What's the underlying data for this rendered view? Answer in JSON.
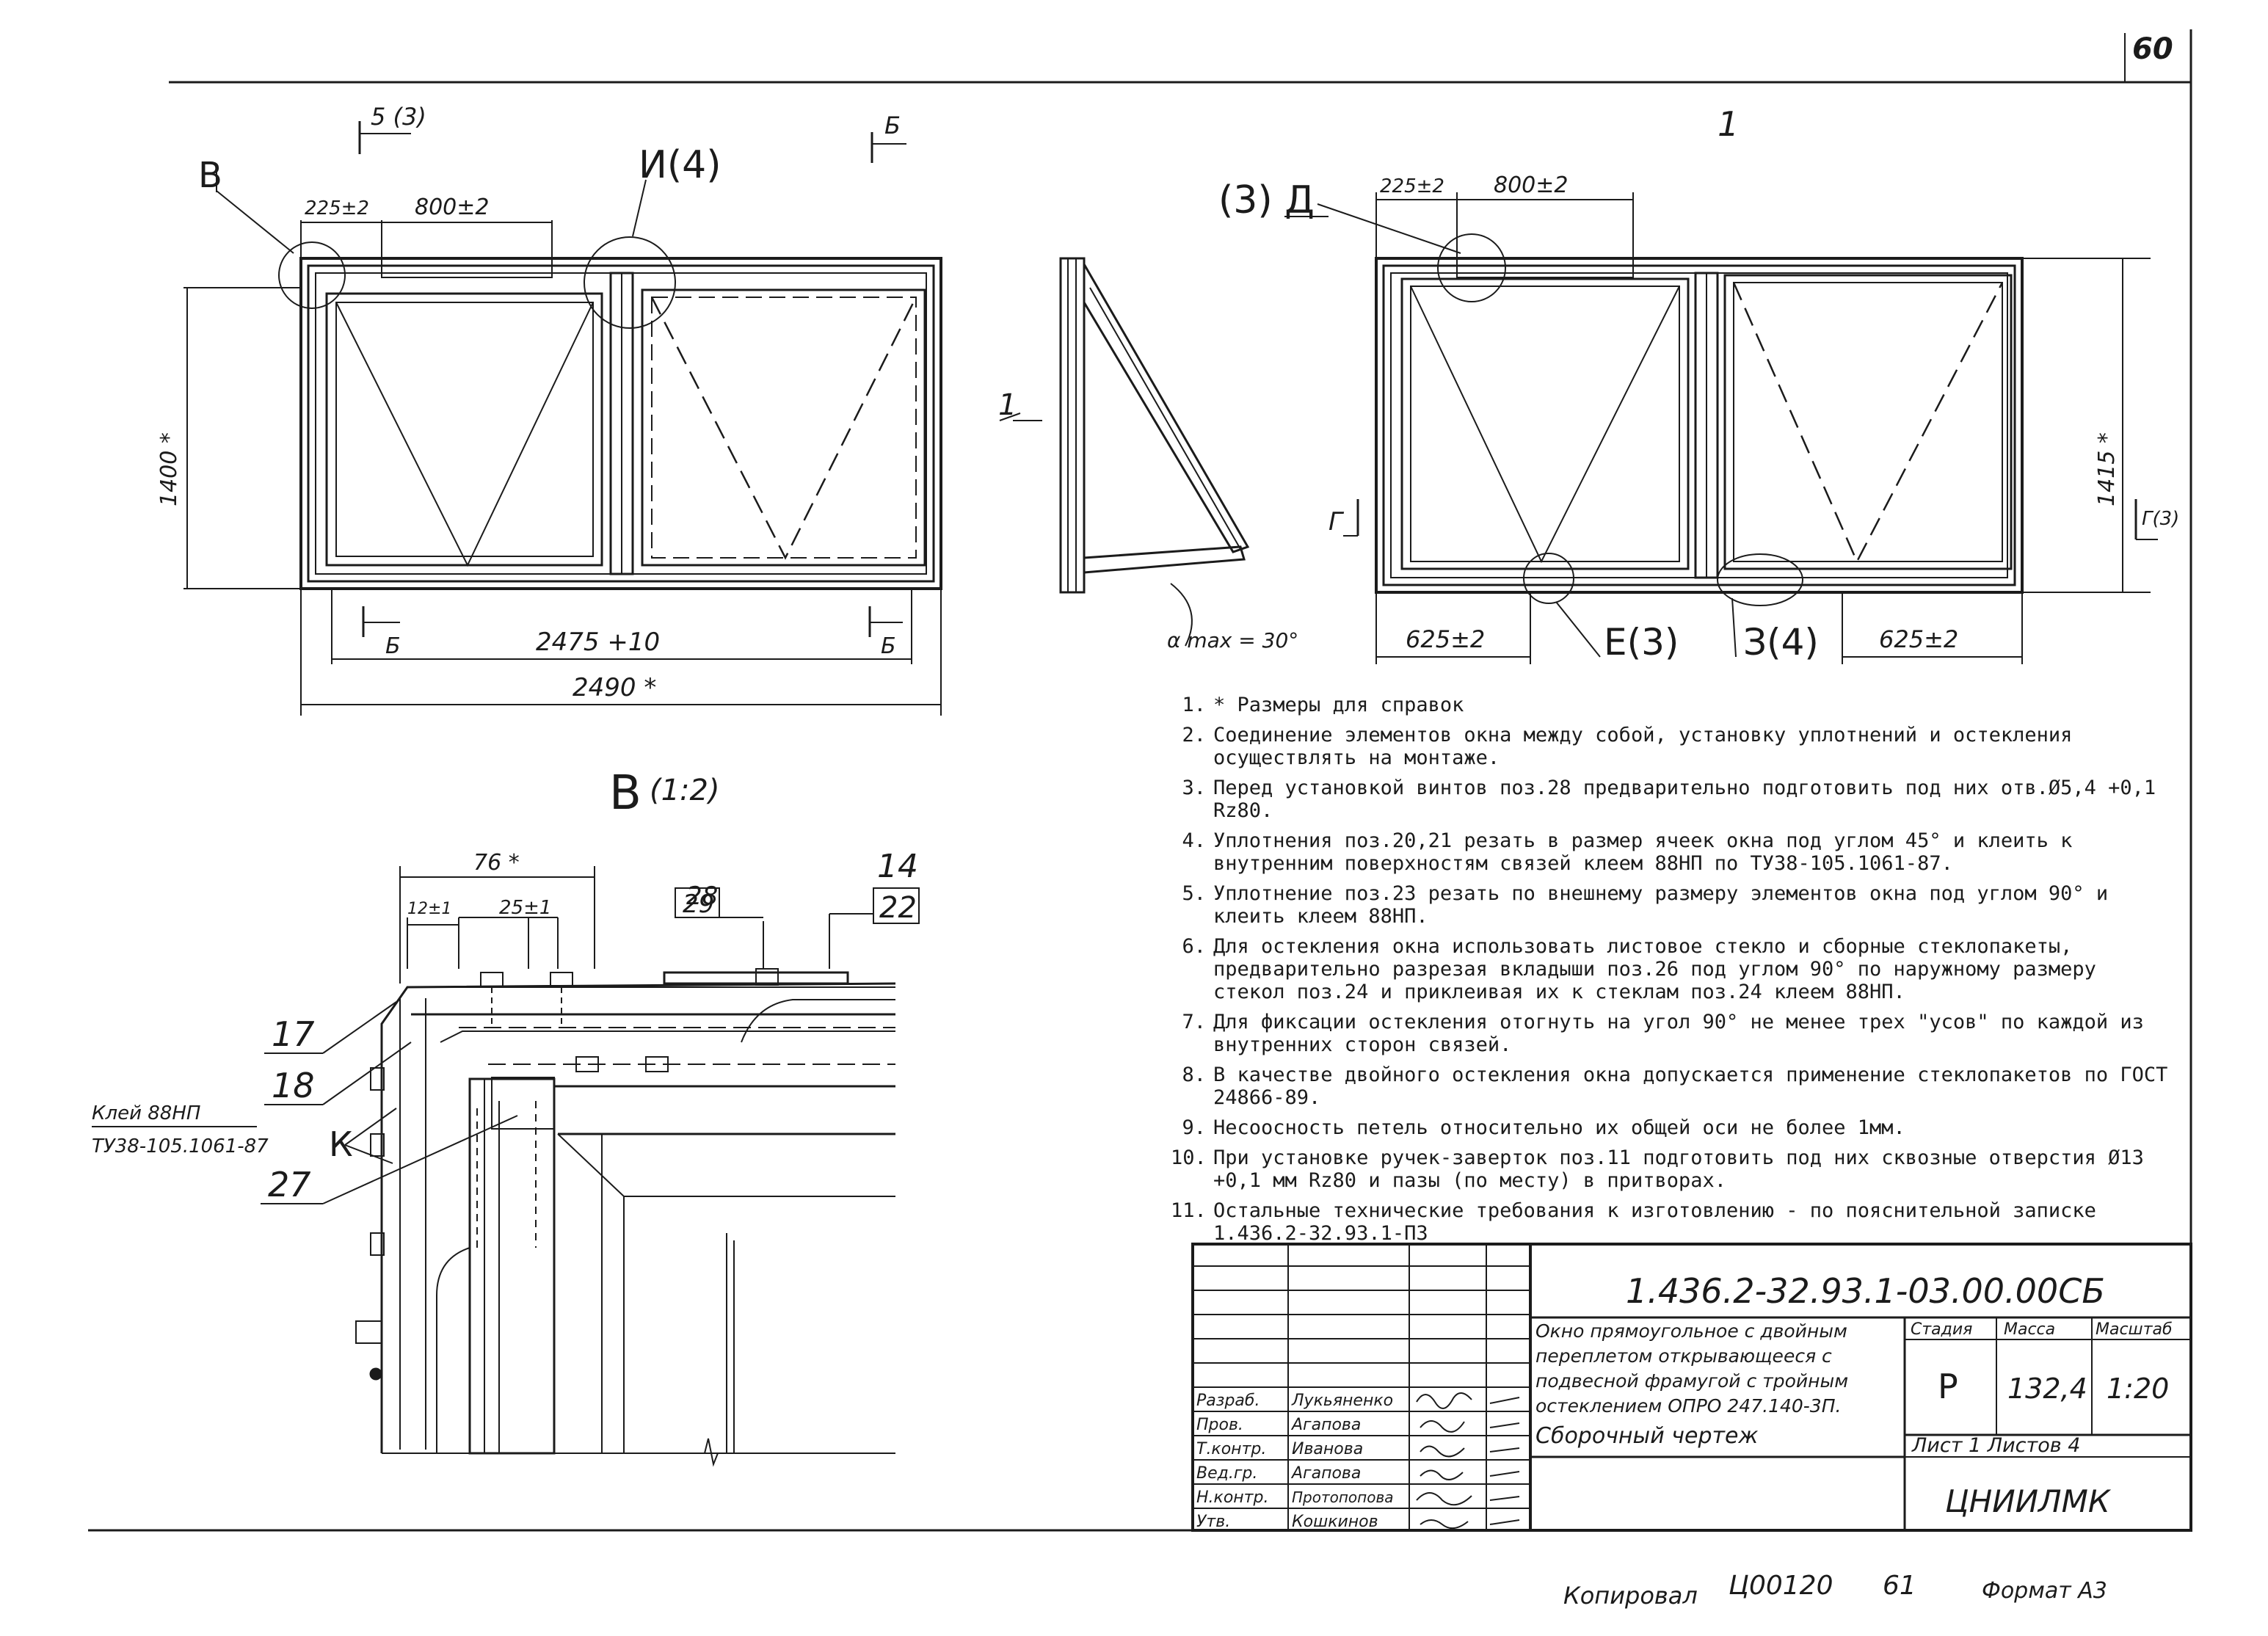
{
  "sheet_number": "60",
  "view_main": {
    "section_arrow_left": "5 (3)",
    "section_arrow_right": "Б",
    "detail_v_letter": "В",
    "detail_i_label": "И(4)",
    "dim_225": "225±2",
    "dim_800": "800±2",
    "dim_height": "1400 *",
    "dim_2475": "2475 +10",
    "dim_2490": "2490 *",
    "cut_b_left": "Б",
    "cut_b_right": "Б"
  },
  "side_view": {
    "view_label": "1",
    "angle_label": "α max = 30°"
  },
  "view_right": {
    "title": "1",
    "detail_d_label": "(3) Д",
    "dim_225": "225±2",
    "dim_800": "800±2",
    "dim_height": "1415 *",
    "dim_625_left": "625±2",
    "dim_625_right": "625±2",
    "detail_e_label": "Е(3)",
    "detail_z_label": "З(4)",
    "cut_g_left": "Г",
    "cut_g_right": "Г(3)"
  },
  "detail_view": {
    "title": "В",
    "scale": "(1:2)",
    "dim_76": "76 *",
    "dim_12": "12±1",
    "dim_25": "25±1",
    "pos_28": "28",
    "pos_29": "29",
    "pos_14": "14",
    "pos_22": "22",
    "pos_17": "17",
    "pos_18": "18",
    "pos_27": "27",
    "letter_k": "К",
    "glue_line1": "Клей 88НП",
    "glue_line2": "ТУ38-105.1061-87"
  },
  "notes": [
    {
      "num": "1.",
      "text": "* Размеры для справок"
    },
    {
      "num": "2.",
      "text": "Соединение элементов окна между собой, установку уплотнений и остекления осуществлять на монтаже."
    },
    {
      "num": "3.",
      "text": "Перед установкой винтов поз.28 предварительно подготовить под них отв.Ø5,4 +0,1 Rz80."
    },
    {
      "num": "4.",
      "text": "Уплотнения поз.20,21 резать в размер ячеек окна под углом 45° и клеить к внутренним поверхностям связей клеем 88НП по ТУ38-105.1061-87."
    },
    {
      "num": "5.",
      "text": "Уплотнение поз.23 резать по внешнему размеру элементов окна под углом 90° и клеить клеем 88НП."
    },
    {
      "num": "6.",
      "text": "Для остекления окна использовать листовое стекло и сборные стеклопакеты, предварительно разрезая вкладыши поз.26 под углом 90° по наружному размеру стекол поз.24 и приклеивая их к стеклам поз.24 клеем 88НП."
    },
    {
      "num": "7.",
      "text": "Для фиксации остекления отогнуть на угол 90° не менее трех \"усов\" по каждой из внутренних сторон связей."
    },
    {
      "num": "8.",
      "text": "В качестве двойного остекления окна допускается применение стеклопакетов по ГОСТ 24866-89."
    },
    {
      "num": "9.",
      "text": "Несоосность петель относительно их общей оси не более 1мм."
    },
    {
      "num": "10.",
      "text": "При установке ручек-заверток поз.11 подготовить под них сквозные отверстия Ø13 +0,1 мм Rz80 и пазы (по месту) в притворах."
    },
    {
      "num": "11.",
      "text": "Остальные технические требования к изготовлению - по пояснительной записке 1.436.2-32.93.1-ПЗ"
    }
  ],
  "title_block": {
    "doc_code": "1.436.2-32.93.1-03.00.00СБ",
    "description": [
      "Окно прямоугольное с двойным",
      "переплетом открывающееся с",
      "подвесной фрамугой с тройным",
      "остеклением ОПРО 247.140-3П.",
      "Сборочный чертеж"
    ],
    "hdr_stage": "Стадия",
    "hdr_mass": "Масса",
    "hdr_scale": "Масштаб",
    "stage": "Р",
    "mass": "132,4",
    "scale": "1:20",
    "sheet_info": "Лист 1    Листов 4",
    "org": "ЦНИИЛМК",
    "roles": [
      "Разраб.",
      "Пров.",
      "Т.контр.",
      "Вед.гр.",
      "Н.контр.",
      "Утв."
    ],
    "names": [
      "Лукьяненко",
      "Агапова",
      "Иванова",
      "Агапова",
      "Протопопова",
      "Кошкинов"
    ]
  },
  "footer": {
    "copied": "Копировал",
    "code": "Ц00120",
    "page": "61",
    "format": "Формат А3"
  }
}
